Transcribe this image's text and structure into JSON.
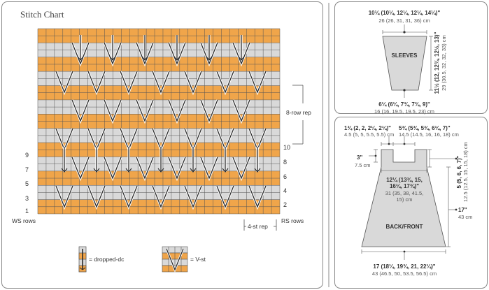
{
  "stitch_chart": {
    "title": "Stitch Chart",
    "ws_rows_label": "WS rows",
    "rs_rows_label": "RS rows",
    "left_row_numbers": [
      "9",
      "7",
      "5",
      "3",
      "1"
    ],
    "right_row_numbers": [
      "10",
      "8",
      "6",
      "4",
      "2"
    ],
    "rep_rows_label": "8-row rep",
    "rep_sts_label": "4-st rep",
    "colors": {
      "orange": "#f0a54a",
      "gray": "#d9d9d9",
      "grid_line": "#555555",
      "symbol": "#2b2b2b"
    }
  },
  "legend": {
    "dropped_dc": "= dropped-dc",
    "v_st": "= V-st"
  },
  "sleeves": {
    "label": "SLEEVES",
    "top_width_in": "10¼ (10¼, 12¼, 12¼, 14¼)\"",
    "top_width_cm": "26 (26, 31, 31, 36) cm",
    "length_in": "11½ (12, 12¾, 12½, 13)\"",
    "length_cm": "29 (30.5, 32, 32, 33) cm",
    "bottom_width_in": "6¼ (6¼, 7¾, 7¾, 9)\"",
    "bottom_width_cm": "16 (16, 19.5, 19.5, 23) cm"
  },
  "back_front": {
    "label": "BACK/FRONT",
    "strap_width_in": "1¾ (2, 2, 2¼, 2¼)\"",
    "strap_width_cm": "4.5 (5, 5, 5.5, 5.5) cm",
    "neck_width_in": "5¾ (5¾, 5¾, 6¼, 7)\"",
    "neck_width_cm": "14.5 (14.5, 16, 16, 18) cm",
    "neck_depth_in": "3\"",
    "neck_depth_cm": "7.5 cm",
    "armhole_depth_in": "5 (5, 6, 6, 7)\"",
    "armhole_depth_cm": "12.5 (12.5, 15, 15, 18) cm",
    "bust_width_in": [
      "12¼ (13¾, 15,",
      "16¼, 17¾)\""
    ],
    "bust_width_cm": [
      "31 (35, 38, 41.5,",
      "15) cm"
    ],
    "length_in": "17\"",
    "length_cm": "43 cm",
    "bottom_width_in": "17 (18¼, 19¾, 21, 22¼)\"",
    "bottom_width_cm": "43 (46.5, 50, 53.5, 56.5) cm"
  }
}
